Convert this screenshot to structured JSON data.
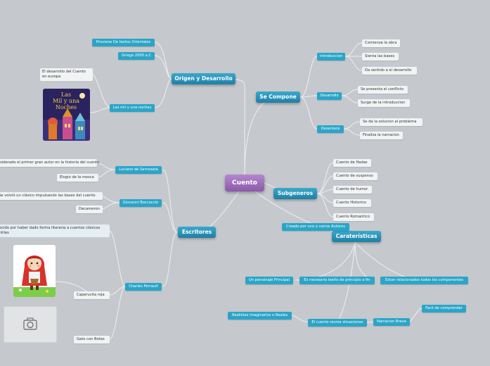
{
  "colors": {
    "background": "#c5c8cc",
    "root": "#9b6bbd",
    "main": "#2a90b8",
    "sub": "#2aa5c8",
    "leaf": "#f1f3f4",
    "line": "#e8eaec"
  },
  "root": "Cuento",
  "branches": {
    "origen": {
      "label": "Origen y Desarrollo",
      "proviene": "Proviene De textos Orientales",
      "griego": "Griego 2000 a.C",
      "milynoches": "Las mil y una noches",
      "note": "El desarrollo del Cuento en europa",
      "book_image": {
        "title": "Las Mil y una Noches",
        "icon": "book-cover"
      }
    },
    "compone": {
      "label": "Se Compone",
      "introduccion": "Introduccion",
      "intro_items": [
        "Comienza la obra",
        "Sienta las bases",
        "Da sentido a el desarrollo"
      ],
      "desarrollo": "Desarrollo",
      "des_items": [
        "Se presenta el conflicto",
        "Surge de la introduccion"
      ],
      "desenlace": "Desenlace",
      "desen_items": [
        "Se da la solucion al problema",
        "Finaliza la narracion"
      ]
    },
    "subgeneros": {
      "label": "Subgeneros",
      "items": [
        "Cuento de Hadas",
        "Cuento de suspenso",
        "Cuento de humor",
        "Cuento Historico",
        "Cuento Romantico"
      ]
    },
    "caracteristicas": {
      "label": "Caraterísticas",
      "creado": "Creado por uno o varios Autores",
      "personaje": "Un personaje Principal",
      "leerse": "Es necesario leerlo de principio a fin",
      "relacionados": "Estan relacionados todos los componentes",
      "recrea": "El cuento recrea situaciones",
      "realistas": "Realistas Imaginarios o Reales",
      "narracion": "Narracion Breve",
      "comprender": "Facil de comprender"
    },
    "escritores": {
      "label": "Escritores",
      "luciano": "Luciano de Samosata",
      "luciano_items": [
        "Considerado el primer gran autor en la historia del cuento",
        "Elogio de la mosca"
      ],
      "boccaccio": "Giovanni Boccaccio",
      "boccaccio_items": [
        "Se volvió un clásico impulsando las bases del cuento",
        "Decameron"
      ],
      "perrault": "Charles Perrault",
      "perrault_note": "Conocido por haber dado forma literaria a cuentos clásicos infantiles",
      "perrault_items": [
        "Caperucita roja",
        "Gato con Botas"
      ],
      "caperucita_image": {
        "icon": "little-red-riding-hood"
      },
      "placeholder_image": {
        "icon": "camera-icon"
      }
    }
  }
}
